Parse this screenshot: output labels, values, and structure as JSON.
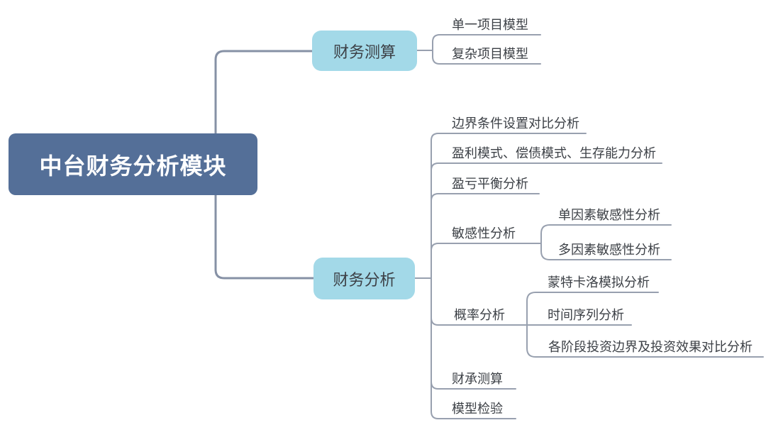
{
  "root": {
    "label": "中台财务分析模块"
  },
  "branches": [
    {
      "label": "财务测算",
      "children": [
        {
          "label": "单一项目模型"
        },
        {
          "label": "复杂项目模型"
        }
      ]
    },
    {
      "label": "财务分析",
      "children": [
        {
          "label": "边界条件设置对比分析"
        },
        {
          "label": "盈利模式、偿债模式、生存能力分析"
        },
        {
          "label": "盈亏平衡分析"
        },
        {
          "label": "敏感性分析",
          "children": [
            {
              "label": "单因素敏感性分析"
            },
            {
              "label": "多因素敏感性分析"
            }
          ]
        },
        {
          "label": "概率分析",
          "children": [
            {
              "label": "蒙特卡洛模拟分析"
            },
            {
              "label": "时间序列分析"
            },
            {
              "label": "各阶段投资边界及投资效果对比分析"
            }
          ]
        },
        {
          "label": "财承测算"
        },
        {
          "label": "模型检验"
        }
      ]
    }
  ],
  "colors": {
    "background": "#ffffff",
    "root_fill": "#546f98",
    "root_text": "#ffffff",
    "branch_fill": "#a3d9e8",
    "topic_text": "#3c4046",
    "line": "#98a0af",
    "root_line": "#8691a5"
  }
}
